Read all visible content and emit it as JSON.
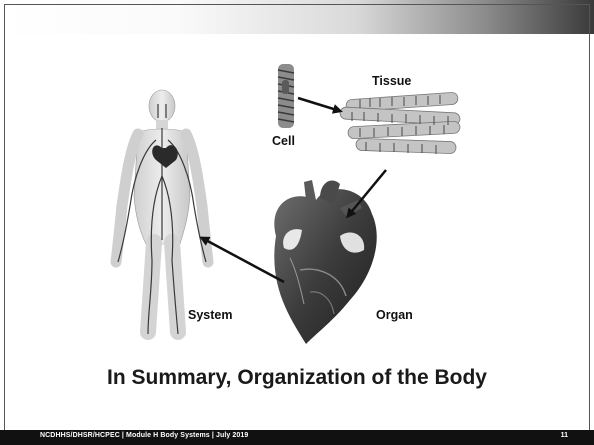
{
  "slide": {
    "title": "In Summary, Organization of the Body",
    "labels": {
      "cell": "Cell",
      "tissue": "Tissue",
      "organ": "Organ",
      "system": "System"
    },
    "footer": "NCDHHS/DHSR/HCPEC | Module H Body Systems | July 2019",
    "page_number": "11"
  }
}
